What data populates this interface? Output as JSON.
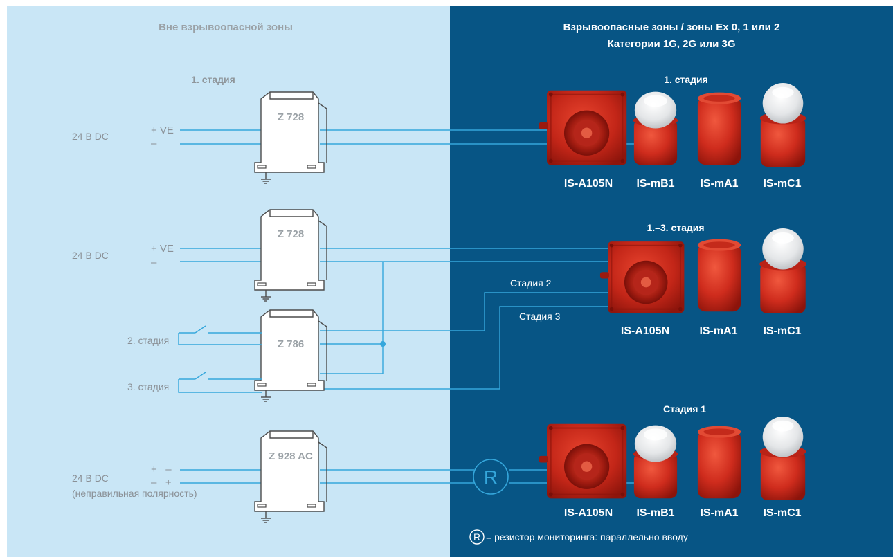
{
  "zones": {
    "safe_title": "Вне взрывоопасной зоны",
    "hazard_title_line1": "Взрывоопасные зоны / зоны Ex 0, 1 или 2",
    "hazard_title_line2": "Категории 1G, 2G или 3G"
  },
  "section1": {
    "stage_left": "1. стадия",
    "stage_right": "1. стадия",
    "supply": "24 В DC",
    "plus": "+ VE",
    "minus": "–",
    "barrier": "Z 728",
    "devices": [
      "IS-A105N",
      "IS-mB1",
      "IS-mA1",
      "IS-mC1"
    ]
  },
  "section2": {
    "stage_right": "1.–3. стадия",
    "supply": "24 В DC",
    "plus": "+ VE",
    "minus": "–",
    "barrier_top": "Z 728",
    "barrier_bottom": "Z 786",
    "switch_stage2": "2. стадия",
    "switch_stage3": "3. стадия",
    "wire_stage2": "Стадия 2",
    "wire_stage3": "Стадия 3",
    "devices": [
      "IS-A105N",
      "IS-mA1",
      "IS-mC1"
    ]
  },
  "section3": {
    "stage_right": "Стадия 1",
    "supply": "24 В DC",
    "supply_note": "(неправильная полярность)",
    "pol_top": "+   –",
    "pol_bottom": "–   +",
    "barrier": "Z 928 AC",
    "resistor": "R",
    "devices": [
      "IS-A105N",
      "IS-mB1",
      "IS-mA1",
      "IS-mC1"
    ]
  },
  "footnote": {
    "symbol": "R",
    "text": "= резистор мониторинга: параллельно вводу"
  },
  "colors": {
    "safe_zone": "#c9e6f6",
    "hazard_zone": "#075585",
    "wire": "#35a7dc",
    "device_red": "#c8261c"
  }
}
